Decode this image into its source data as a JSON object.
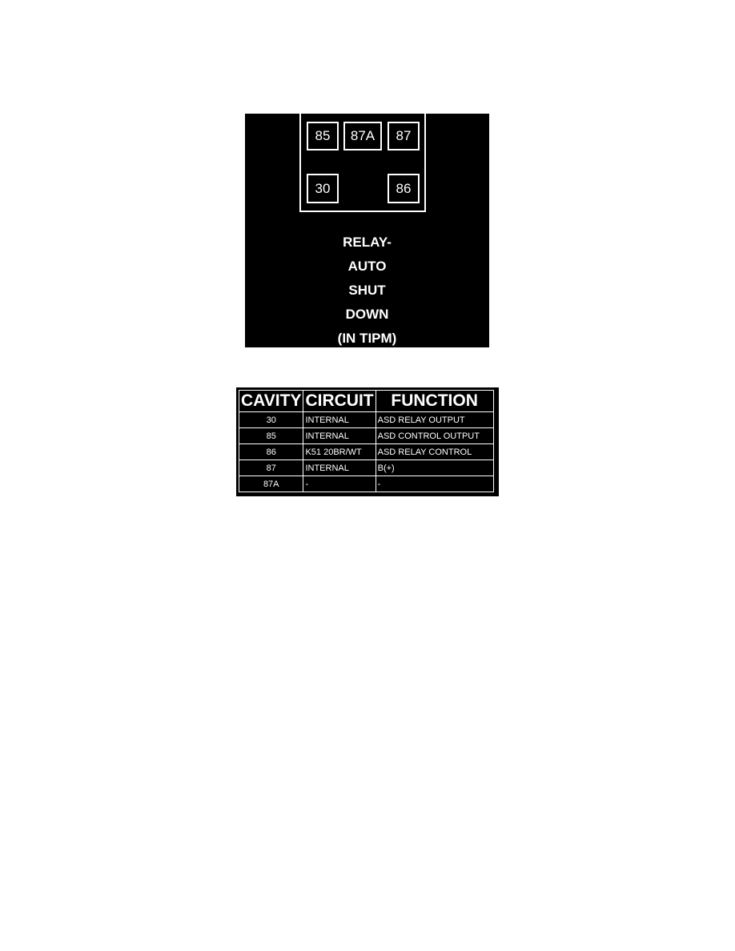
{
  "relay": {
    "pins": [
      {
        "label": "85"
      },
      {
        "label": "87A"
      },
      {
        "label": "87"
      },
      {
        "label": "30"
      },
      {
        "label": "86"
      }
    ],
    "caption_lines": [
      "RELAY-",
      "AUTO",
      "SHUT",
      "DOWN",
      "(IN TIPM)"
    ]
  },
  "table": {
    "headers": [
      "CAVITY",
      "CIRCUIT",
      "FUNCTION"
    ],
    "rows": [
      {
        "cavity": "30",
        "circuit": "INTERNAL",
        "function": "ASD RELAY OUTPUT"
      },
      {
        "cavity": "85",
        "circuit": "INTERNAL",
        "function": "ASD CONTROL OUTPUT"
      },
      {
        "cavity": "86",
        "circuit": "K51 20BR/WT",
        "function": "ASD RELAY CONTROL"
      },
      {
        "cavity": "87",
        "circuit": "INTERNAL",
        "function": "B(+)"
      },
      {
        "cavity": "87A",
        "circuit": "-",
        "function": "-"
      }
    ]
  }
}
